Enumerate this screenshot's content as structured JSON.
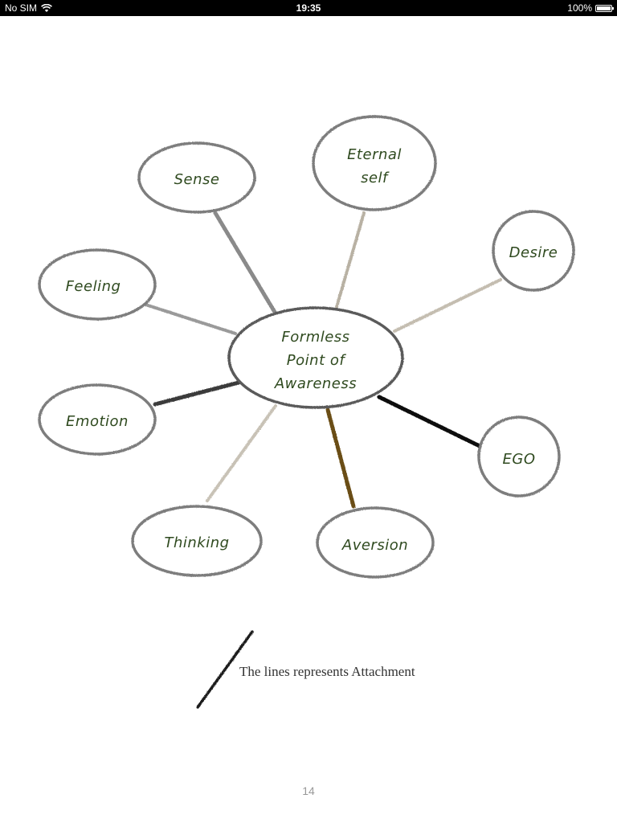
{
  "status_bar": {
    "carrier": "No SIM",
    "time": "19:35",
    "battery": "100%",
    "battery_level": 1.0
  },
  "diagram": {
    "center": {
      "lines": [
        "Formless",
        "Point of",
        "Awareness"
      ]
    },
    "nodes": [
      {
        "id": "sense",
        "lines": [
          "Sense"
        ],
        "line_color": "#8a8a8a"
      },
      {
        "id": "eternal-self",
        "lines": [
          "Eternal",
          "self"
        ],
        "line_color": "#b8b1a3"
      },
      {
        "id": "desire",
        "lines": [
          "Desire"
        ],
        "line_color": "#c4bdb0"
      },
      {
        "id": "feeling",
        "lines": [
          "Feeling"
        ],
        "line_color": "#9a9a9a"
      },
      {
        "id": "emotion",
        "lines": [
          "Emotion"
        ],
        "line_color": "#3a3a3a"
      },
      {
        "id": "ego",
        "lines": [
          "EGO"
        ],
        "line_color": "#111111"
      },
      {
        "id": "thinking",
        "lines": [
          "Thinking"
        ],
        "line_color": "#c8c2b6"
      },
      {
        "id": "aversion",
        "lines": [
          "Aversion"
        ],
        "line_color": "#6b4e12"
      }
    ]
  },
  "legend": {
    "text": "The lines represents  Attachment"
  },
  "page_number": "14"
}
